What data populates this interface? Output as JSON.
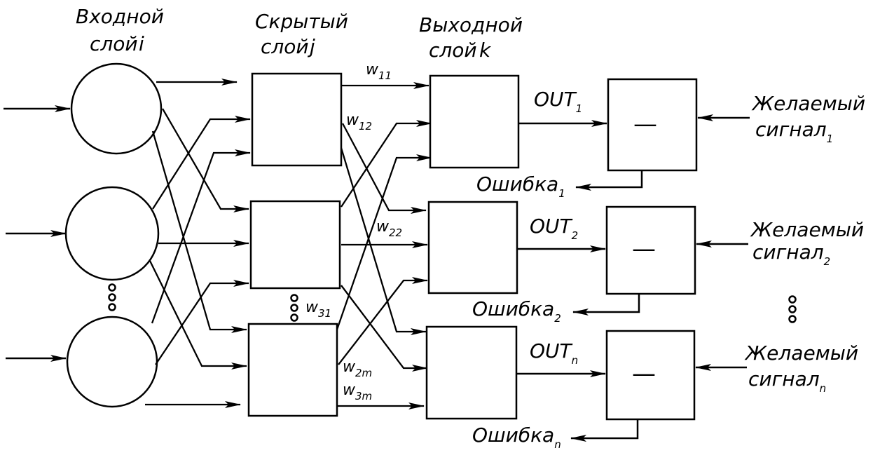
{
  "layers": {
    "input": {
      "line1": "Входной",
      "line2": "слой",
      "index": "i"
    },
    "hidden": {
      "line1": "Скрытый",
      "line2": "слой",
      "index": "j"
    },
    "output": {
      "line1": "Выходной",
      "line2": "слой",
      "index": "k"
    }
  },
  "weights": [
    {
      "base": "w",
      "sub": "11"
    },
    {
      "base": "w",
      "sub": "12"
    },
    {
      "base": "w",
      "sub": "22"
    },
    {
      "base": "w",
      "sub": "31"
    },
    {
      "base": "w",
      "sub": "2m"
    },
    {
      "base": "w",
      "sub": "3m"
    }
  ],
  "outputs": [
    {
      "base": "OUT",
      "sub": "1"
    },
    {
      "base": "OUT",
      "sub": "2"
    },
    {
      "base": "OUT",
      "sub": "n"
    }
  ],
  "errors": [
    {
      "base": "Ошибка",
      "sub": "1"
    },
    {
      "base": "Ошибка",
      "sub": "2"
    },
    {
      "base": "Ошибка",
      "sub": "n"
    }
  ],
  "desired": [
    {
      "line1": "Желаемый",
      "line2": "сигнал",
      "sub": "1"
    },
    {
      "line1": "Желаемый",
      "line2": "сигнал",
      "sub": "2"
    },
    {
      "line1": "Желаемый",
      "line2": "сигнал",
      "sub": "n"
    }
  ],
  "subtract_symbol": "—"
}
